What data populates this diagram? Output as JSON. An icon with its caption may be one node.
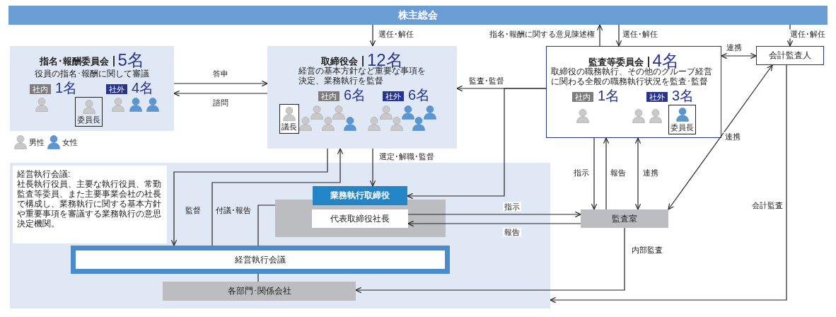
{
  "diagram": {
    "nodes": [
      {
        "text": [
          "株主総会"
        ]
      },
      {
        "text": [
          "指名･報酬委員会",
          "5名",
          "役員の指名･報酬に関して審議",
          "社内",
          "1名",
          "社外",
          "4名"
        ]
      },
      {
        "text": [
          "委員長"
        ],
        "in": 1
      },
      {
        "text": [
          "取締役会",
          "12名",
          "経営の基本方針など重要な事項を決定、業務執行を監督",
          "社内",
          "6名",
          "社外",
          "6名"
        ]
      },
      {
        "text": [
          "議長"
        ],
        "in": 3
      },
      {
        "text": [
          "監査等委員会",
          "4名",
          "取締役の職務執行、その他のグループ経営に関わる全般の職務執行状況を監査･監督",
          "社内",
          "1名",
          "社外",
          "3名"
        ]
      },
      {
        "text": [
          "委員長"
        ],
        "in": 5
      },
      {
        "text": [
          "会計監査人"
        ]
      },
      {
        "text": [],
        "shape": "box"
      },
      {
        "text": [
          "経営執行会議:",
          "社長執行役員、主要な執行役員、常勤監査等委員、また主要事業会社の社長で構成し、業務執行に関する基本方針や重要事項を審議する業務執行の意思決定機関。"
        ],
        "in": 8
      },
      {
        "text": [],
        "shape": "box",
        "in": 8
      },
      {
        "text": [
          "業務執行取締役"
        ],
        "in": 8
      },
      {
        "text": [
          "代表取締役社長"
        ],
        "in": 10
      },
      {
        "text": [
          "経営執行会議"
        ],
        "in": 8
      },
      {
        "text": [
          "各部門･関係会社"
        ],
        "in": 8
      },
      {
        "text": [
          "監査室"
        ]
      }
    ],
    "edges": [
      {
        "from": 0,
        "to": 3,
        "arrow": "to",
        "label": "選任･解任"
      },
      {
        "from": 5,
        "to": 0,
        "arrow": "to",
        "label": "指名･報酬に関する意見陳述権"
      },
      {
        "from": 0,
        "to": 5,
        "arrow": "to",
        "label": "選任･解任"
      },
      {
        "from": 0,
        "to": 7,
        "arrow": "to",
        "label": "選任･解任"
      },
      {
        "from": 1,
        "to": 3,
        "arrow": "to",
        "label": "答申"
      },
      {
        "from": 3,
        "to": 1,
        "arrow": "to",
        "label": "諮問"
      },
      {
        "from": 5,
        "to": 7,
        "arrow": "both",
        "label": "連携"
      },
      {
        "from": 5,
        "to": 3,
        "arrow": "to",
        "label": "監査･監督"
      },
      {
        "from": 5,
        "to": 11,
        "arrow": "to"
      },
      {
        "from": 3,
        "to": 11,
        "arrow": "to",
        "label": "選定･解職･監督"
      },
      {
        "from": 3,
        "to": 13,
        "arrow": "to",
        "label": "監督"
      },
      {
        "from": 13,
        "to": 3,
        "arrow": "to",
        "label": "付議･報告"
      },
      {
        "from": 12,
        "to": 15,
        "arrow": "to",
        "label": "指示"
      },
      {
        "from": 15,
        "to": 12,
        "arrow": "to",
        "label": "報告"
      },
      {
        "from": 5,
        "to": 15,
        "arrow": "to",
        "label": "指示"
      },
      {
        "from": 15,
        "to": 5,
        "arrow": "to",
        "label": "報告"
      },
      {
        "from": 5,
        "to": 15,
        "arrow": "both",
        "label": "連携"
      },
      {
        "from": 7,
        "to": 15,
        "arrow": "both",
        "label": "連携"
      },
      {
        "from": 15,
        "to": 14,
        "arrow": "to",
        "label": "内部監査"
      },
      {
        "from": 7,
        "to": 8,
        "arrow": "to",
        "label": "会計監査"
      },
      {
        "from": 10,
        "to": 13,
        "arrow": "none"
      },
      {
        "from": 13,
        "to": 14,
        "arrow": "none"
      }
    ],
    "legend": [
      {
        "text": "男性"
      },
      {
        "text": "女性"
      }
    ]
  }
}
